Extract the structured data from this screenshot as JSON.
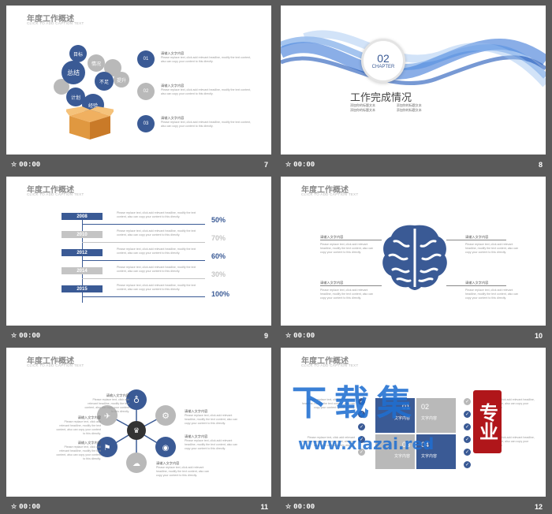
{
  "common": {
    "title": "年度工作概述",
    "subtitle": "CLICK TO ADD CAPTION TEXT",
    "time": "00:00",
    "placeholder_title": "请输入文字内容",
    "placeholder_body": "Please replace text, click add relevant headline, modify the text content, also can copy your content to this directly."
  },
  "thumbnails": [
    {
      "number": "7"
    },
    {
      "number": "8"
    },
    {
      "number": "9"
    },
    {
      "number": "10"
    },
    {
      "number": "11"
    },
    {
      "number": "12"
    }
  ],
  "slide7": {
    "balloons": [
      "目标",
      "情况",
      "总结",
      "不足",
      "提升",
      "计划",
      "经验"
    ],
    "items": [
      "01",
      "02",
      "03"
    ]
  },
  "slide8": {
    "chapter_num": "02",
    "chapter_label": "CHAPTER",
    "heading": "工作完成情况",
    "bullets": [
      "添加你的标题文本",
      "添加你的标题文本",
      "添加你的标题文本",
      "添加你的标题文本"
    ]
  },
  "slide9": {
    "years": [
      "2008",
      "2010",
      "2012",
      "2014",
      "2015"
    ],
    "percents": [
      "50%",
      "70%",
      "60%",
      "30%",
      "100%"
    ]
  },
  "slide12": {
    "boxes": [
      "01",
      "02",
      "03",
      "04"
    ],
    "box_labels": [
      "文字内容",
      "文字内容",
      "文字内容",
      "文字内容"
    ]
  },
  "watermark": {
    "chars": "下载集",
    "url": "www.xiazai.red",
    "seal": "专业"
  },
  "colors": {
    "blue": "#3a5a95",
    "gray": "#b9b9b9",
    "background": "#5a5a5a"
  }
}
